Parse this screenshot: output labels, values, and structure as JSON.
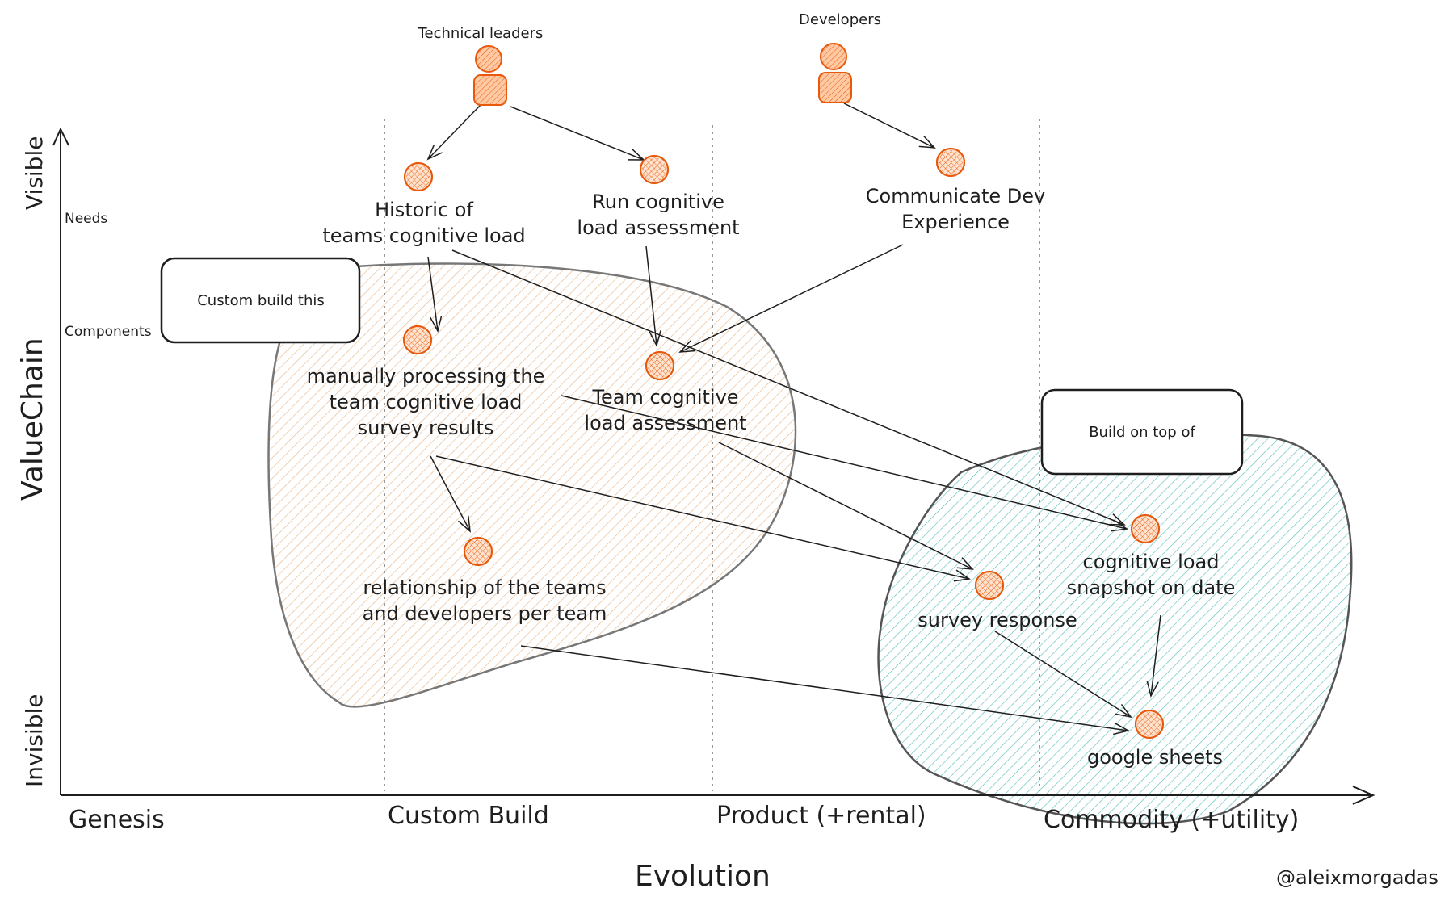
{
  "axes": {
    "y_title": "ValueChain",
    "y_top": "Visible",
    "y_bottom": "Invisible",
    "needs_label": "Needs",
    "components_label": "Components",
    "x_title": "Evolution",
    "stages": [
      "Genesis",
      "Custom Build",
      "Product (+rental)",
      "Commodity (+utility)"
    ]
  },
  "users": {
    "technical_leaders": "Technical leaders",
    "developers": "Developers"
  },
  "nodes": {
    "historic": [
      "Historic of",
      "teams cognitive load"
    ],
    "run_assessment": [
      "Run cognitive",
      "load assessment"
    ],
    "communicate": [
      "Communicate Dev",
      "Experience"
    ],
    "manual_processing": [
      "manually processing the",
      "team cognitive load",
      "survey results"
    ],
    "team_assessment": [
      "Team cognitive",
      "load assessment"
    ],
    "relationship": [
      "relationship of the teams",
      "and developers per team"
    ],
    "snapshot": [
      "cognitive load",
      "snapshot on date"
    ],
    "survey_response": "survey response",
    "google_sheets": "google sheets"
  },
  "annotations": {
    "custom_build": "Custom build this",
    "build_on_top": "Build on top of"
  },
  "author": "@aleixmorgadas",
  "colors": {
    "component": "#e8590c",
    "component_fill": "#ffc9a3",
    "custom_region": "#e8b98e",
    "commodity_region": "#5fbfbf",
    "ink": "#1e1e1e"
  }
}
